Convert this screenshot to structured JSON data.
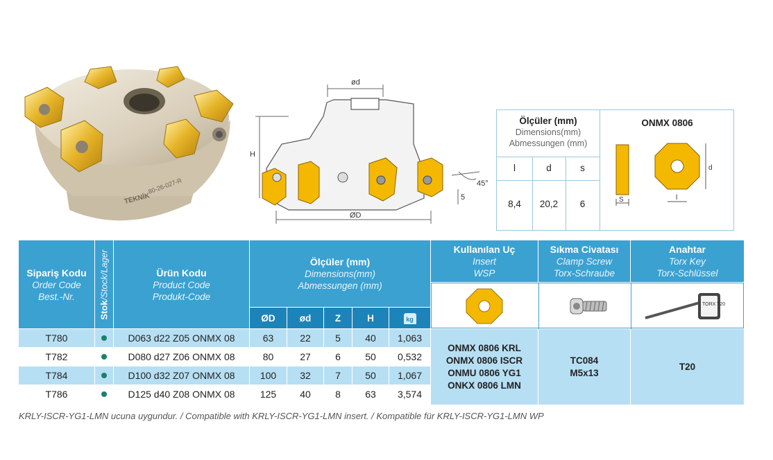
{
  "brand_text": "TEKNİK",
  "body_code": "80-26-027-R",
  "drawing": {
    "od_label": "ød",
    "D_label": "ØD",
    "H_label": "H",
    "angle_label": "45°",
    "s_label": "5"
  },
  "dim_box": {
    "title": "Ölçüler (mm)",
    "sub1": "Dimensions(mm)",
    "sub2": "Abmessungen (mm)",
    "insert_name": "ONMX 0806",
    "headers": [
      "l",
      "d",
      "s"
    ],
    "values": [
      "8,4",
      "20,2",
      "6"
    ],
    "sketch_labels": {
      "s": "S",
      "l": "l",
      "d": "d"
    }
  },
  "table": {
    "col_order": {
      "t": "Sipariş Kodu",
      "s1": "Order Code",
      "s2": "Best.-Nr."
    },
    "col_stock": {
      "t": "Stok",
      "s": "/Stock/Lager"
    },
    "col_product": {
      "t": "Ürün Kodu",
      "s1": "Product Code",
      "s2": "Produkt-Code"
    },
    "col_dims": {
      "t": "Ölçüler (mm)",
      "s1": "Dimensions(mm)",
      "s2": "Abmessungen (mm)"
    },
    "col_insert": {
      "t": "Kullanılan Uç",
      "s1": "Insert",
      "s2": "WSP"
    },
    "col_screw": {
      "t": "Sıkma Civatası",
      "s1": "Clamp Screw",
      "s2": "Torx-Schraube"
    },
    "col_key": {
      "t": "Anahtar",
      "s1": "Torx Key",
      "s2": "Torx-Schlüssel"
    },
    "dim_headers": [
      "ØD",
      "ød",
      "Z",
      "H"
    ],
    "weight_label": "kg",
    "rows": [
      {
        "order": "T780",
        "product": "D063 d22 Z05 ONMX 08",
        "D": "63",
        "d": "22",
        "Z": "5",
        "H": "40",
        "kg": "1,063"
      },
      {
        "order": "T782",
        "product": "D080 d27 Z06 ONMX 08",
        "D": "80",
        "d": "27",
        "Z": "6",
        "H": "50",
        "kg": "0,532"
      },
      {
        "order": "T784",
        "product": "D100 d32 Z07 ONMX 08",
        "D": "100",
        "d": "32",
        "Z": "7",
        "H": "50",
        "kg": "1,067"
      },
      {
        "order": "T786",
        "product": "D125 d40 Z08 ONMX 08",
        "D": "125",
        "d": "40",
        "Z": "8",
        "H": "63",
        "kg": "3,574"
      }
    ],
    "inserts": [
      "ONMX 0806 KRL",
      "ONMX 0806 ISCR",
      "ONMU 0806 YG1",
      "ONKX 0806 LMN"
    ],
    "screw": [
      "TC084",
      "M5x13"
    ],
    "key": "T20",
    "key_icon_text": "TORX T20"
  },
  "footnote": "KRLY-ISCR-YG1-LMN ucuna uygundur. / Compatible with KRLY-ISCR-YG1-LMN  insert. / Kompatible für KRLY-ISCR-YG1-LMN  WP",
  "colors": {
    "header": "#3aa1d1",
    "subheader": "#1d84b9",
    "row_alt": "#b7dff3",
    "insert_gold": "#f5b800",
    "stock_dot": "#19806c"
  }
}
